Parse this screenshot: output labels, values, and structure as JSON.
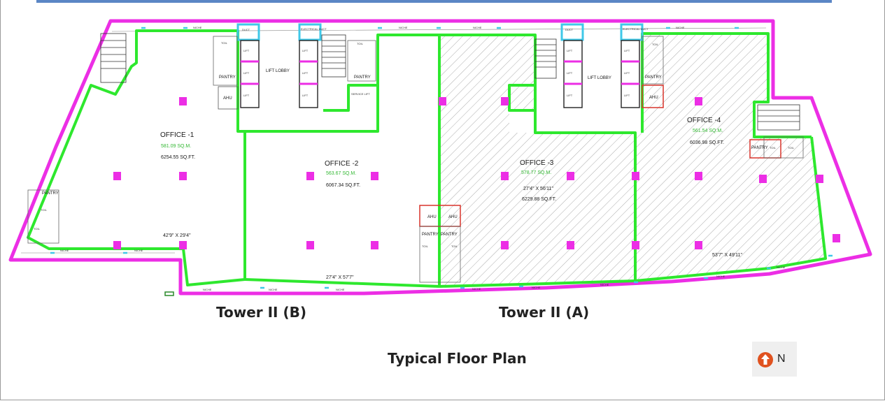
{
  "plan": {
    "offices": [
      {
        "name": "OFFICE -1",
        "area_sqm": "581.09 SQ.M.",
        "area_sqft": "6254.55 SQ.FT."
      },
      {
        "name": "OFFICE -2",
        "area_sqm": "563.67 SQ.M.",
        "area_sqft": "6067.34 SQ.FT."
      },
      {
        "name": "OFFICE -3",
        "area_sqm": "578.77 SQ.M.",
        "area_sqft": "6229.88 SQ.FT.",
        "dimension": "27'4\" X 56'11\""
      },
      {
        "name": "OFFICE -4",
        "area_sqm": "561.54 SQ.M.",
        "area_sqft": "6036.98 SQ.FT."
      }
    ],
    "dimensions": {
      "office1": "42'9\" X 29'4\"",
      "office2": "27'4\" X 57'7\"",
      "office4": "53'7\" X 49'11\""
    },
    "rooms": {
      "lift_lobby_left": "LIFT LOBBY",
      "lift_lobby_right": "LIFT LOBBY",
      "ahu": "AHU",
      "pantry": "PANTRY",
      "toilet": "TOIL",
      "niche": "NICHE",
      "lift": "LIFT",
      "service_lift": "SERVICE LIFT",
      "electrical": "ELECTRICAL DUCT",
      "duct": "DUCT"
    },
    "towers": {
      "b": "Tower II (B)",
      "a": "Tower II (A)"
    },
    "title": "Typical Floor Plan",
    "north": "N"
  },
  "colors": {
    "outline": "#ec2ee5",
    "partition": "#2ee82e",
    "column": "#ec2ee5",
    "service": "#3fc8e8",
    "ahu": "#d9342b",
    "accent_bar": "#5b86c5",
    "north_arrow": "#e0521f"
  }
}
